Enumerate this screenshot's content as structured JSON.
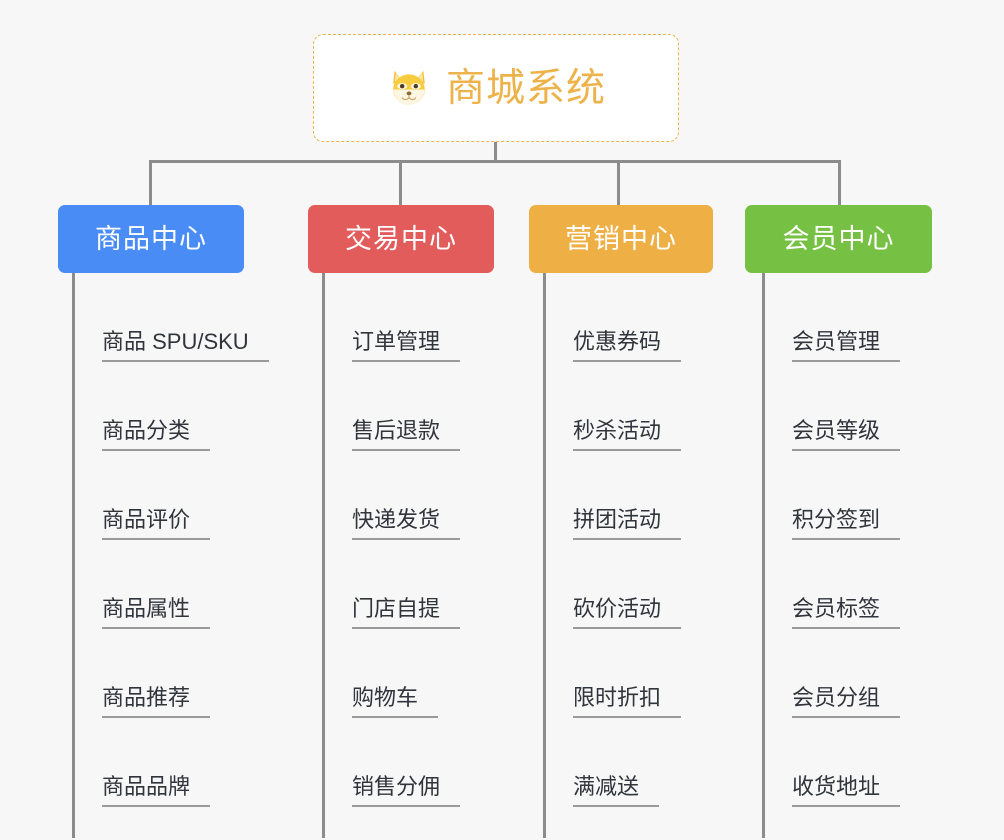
{
  "diagram": {
    "type": "mind-map",
    "background_color": "#f7f7f7",
    "connector_color": "#8c8c8c",
    "root": {
      "title": "商城系统",
      "icon": "shiba-dog-face-emoji",
      "text_color": "#edb24a",
      "border_color": "#edb24a",
      "background_color": "#ffffff"
    },
    "branches": [
      {
        "label": "商品中心",
        "color": "#4a8cf5",
        "items": [
          "商品 SPU/SKU",
          "商品分类",
          "商品评价",
          "商品属性",
          "商品推荐",
          "商品品牌"
        ]
      },
      {
        "label": "交易中心",
        "color": "#e35c5c",
        "items": [
          "订单管理",
          "售后退款",
          "快递发货",
          "门店自提",
          "购物车",
          "销售分佣"
        ]
      },
      {
        "label": "营销中心",
        "color": "#eeaf45",
        "items": [
          "优惠券码",
          "秒杀活动",
          "拼团活动",
          "砍价活动",
          "限时折扣",
          "满减送"
        ]
      },
      {
        "label": "会员中心",
        "color": "#76c043",
        "items": [
          "会员管理",
          "会员等级",
          "积分签到",
          "会员标签",
          "会员分组",
          "收货地址"
        ]
      }
    ]
  }
}
